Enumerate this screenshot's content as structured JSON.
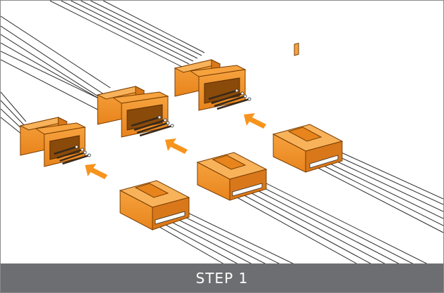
{
  "caption": {
    "step_label": "STEP 1"
  },
  "colors": {
    "connector_orange": "#f0922a",
    "connector_shadow": "#c86f10",
    "arrow_orange": "#f7941d",
    "caption_bar": "#6d6e71",
    "cable_stroke": "#2b2b2b",
    "pin_color": "#c8a27a"
  },
  "diagram": {
    "male_connectors": [
      "male-connector-left",
      "male-connector-middle",
      "male-connector-right"
    ],
    "female_connectors": [
      "female-connector-left",
      "female-connector-middle",
      "female-connector-right"
    ],
    "arrows": [
      "insert-arrow-left",
      "insert-arrow-middle",
      "insert-arrow-right"
    ]
  }
}
